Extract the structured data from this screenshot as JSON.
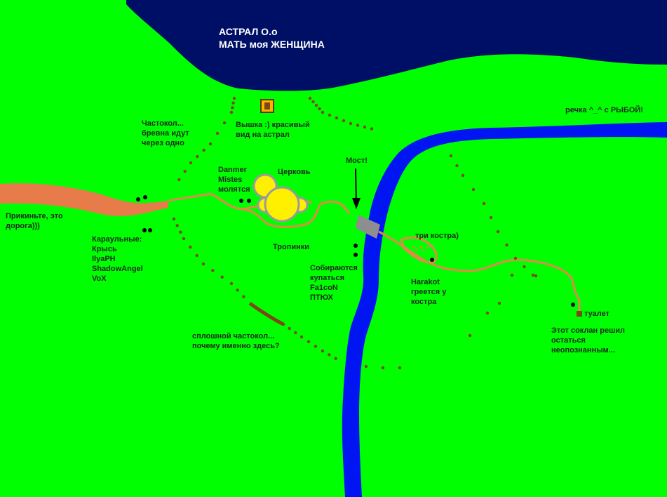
{
  "title": {
    "line1": "АСТРАЛ О.о",
    "line2": "МАТЬ моя ЖЕНЩИНА"
  },
  "labels": {
    "river": "речка ^_^ с РЫБОЙ!",
    "fence": "Частокол...\nбревна идут\nчерез одно",
    "tower": "Вышка :) красивый\nвид на астрал",
    "worshippers": "Danmer\nMistes\nмолятся",
    "church": "Церковь",
    "bridge": "Мост!",
    "road": "Прикиньте, это\nдорога)))",
    "guards": "Караульные:\nКрысь\nIlyaPH\nShadowAngel\nVoX",
    "paths": "Тропинки",
    "swimmers": "Собираются\nкупаться\nFa1coN\nПТЮХ",
    "fires": "три костра)",
    "warming": "Harakot\nгреется у\nкостра",
    "toilet": "туалет",
    "incognito": "Этот соклан решил\nостаться\nнеопознанным...",
    "solid_fence": "сплошной частокол...\nпочему именно здесь?"
  },
  "colors": {
    "grass": "#00FF00",
    "astral": "#000F66",
    "river": "#0015F2",
    "road": "#E87B4A",
    "path": "#E08A4A",
    "fence_dot": "#7A4A14",
    "church": "#FFF000",
    "church_outline": "#9A9A9A",
    "bridge": "#8E8E8E",
    "person": "#000000"
  },
  "icons": [
    "tower-icon",
    "church-icon",
    "bridge-icon",
    "toilet-icon",
    "person-dot-icon",
    "fire-icon"
  ]
}
